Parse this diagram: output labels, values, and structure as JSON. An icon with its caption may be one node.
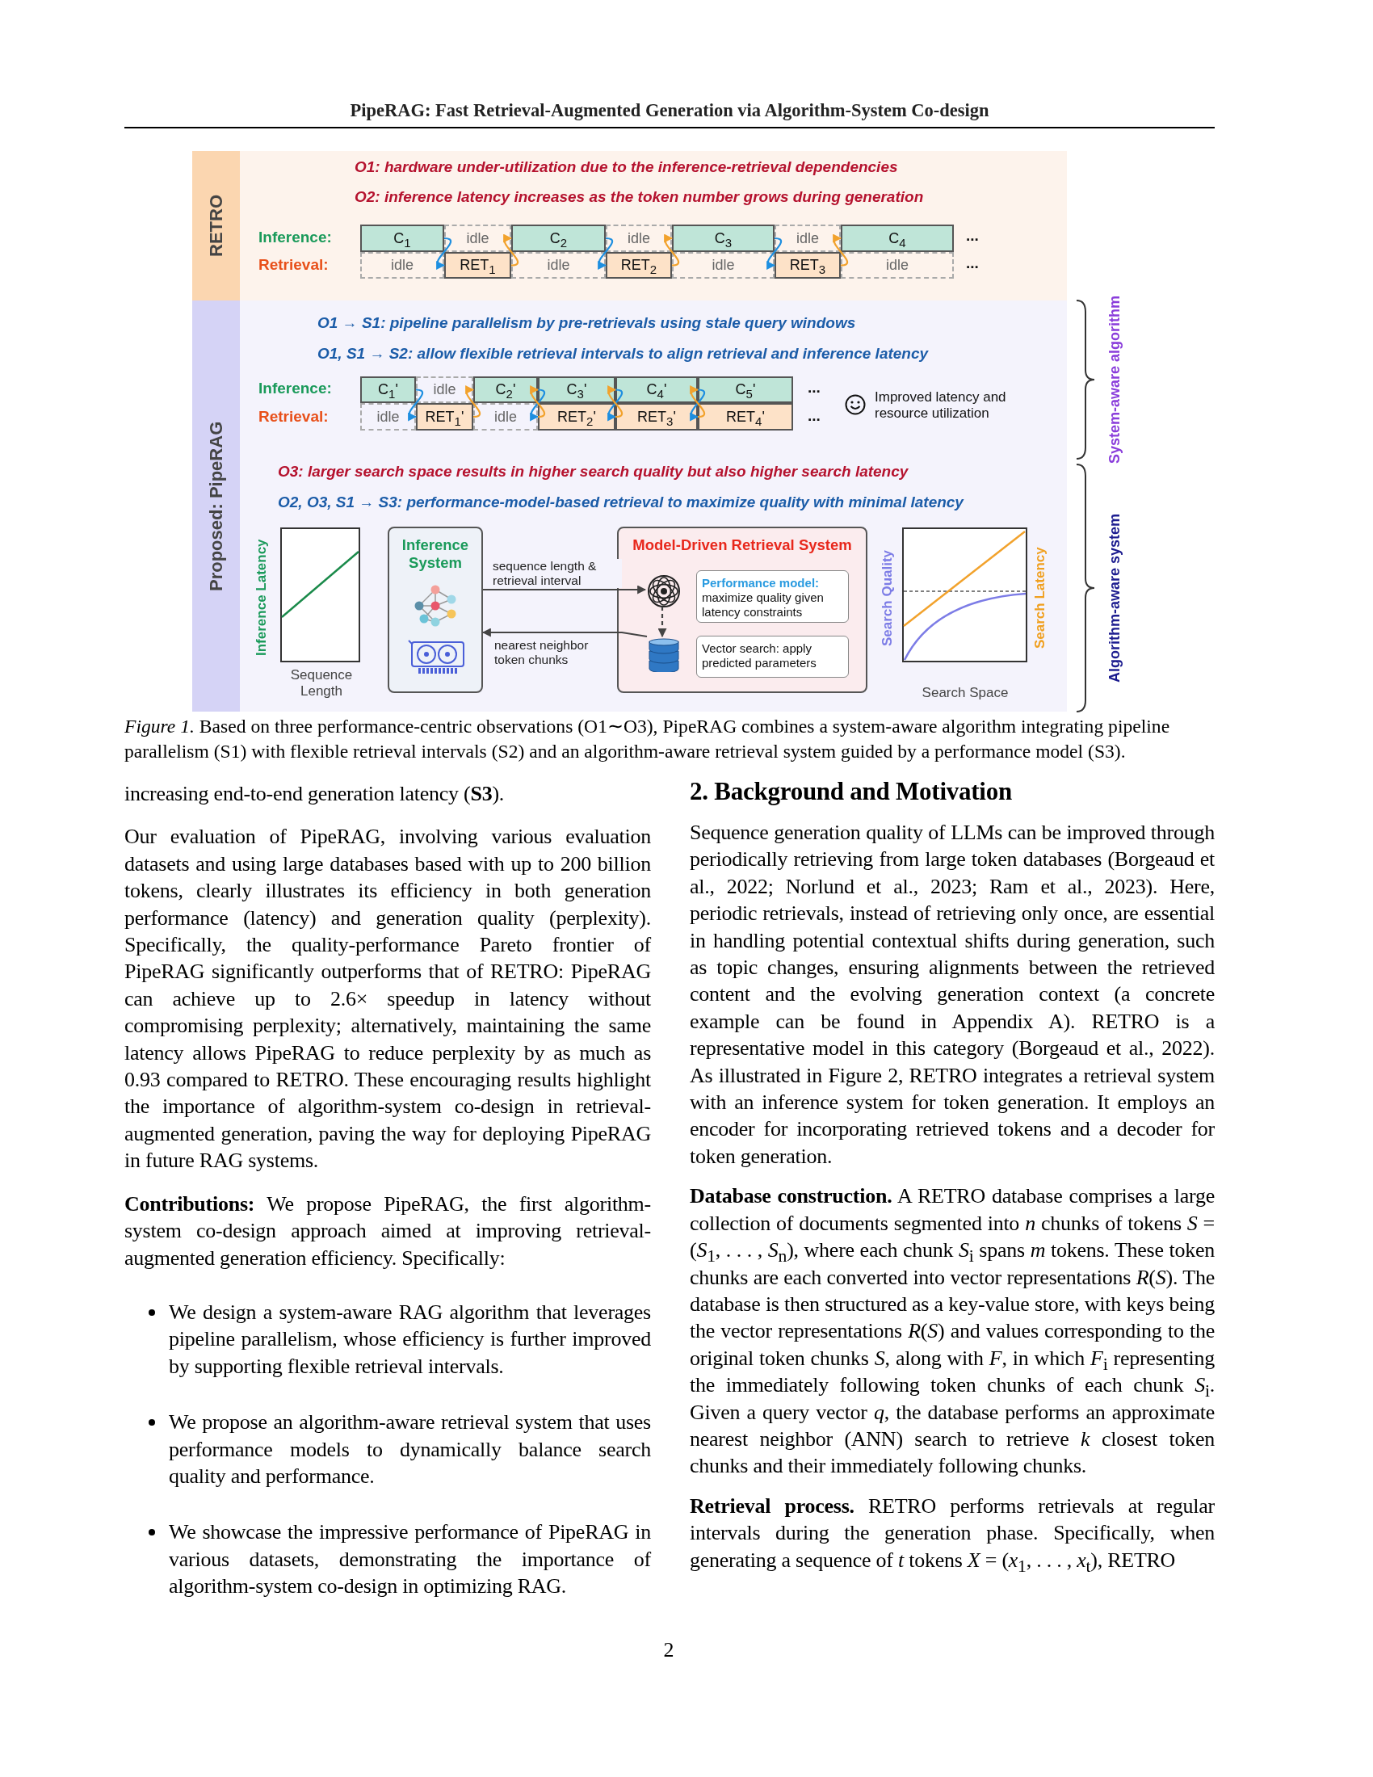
{
  "diagram": {
    "title": "PipeRAG: Fast Retrieval-Augmented Generation via Algorithm-System Co-design",
    "caption": "*Figure 1.* Based on three performance-centric observations (O1∼O3), PipeRAG combines a system-aware algorithm integrating pipeline parallelism (S1) with flexible retrieval intervals (S2) and an algorithm-aware retrieval system guided by a performance model (S3).",
    "nodes": [
      {
        "text": [
          "RETRO"
        ]
      },
      {
        "text": [
          "C$_{1}$"
        ],
        "in": 0
      },
      {
        "text": [
          "idle"
        ],
        "in": 0
      },
      {
        "text": [
          "C$_{2}$"
        ],
        "in": 0
      },
      {
        "text": [
          "idle"
        ],
        "in": 0
      },
      {
        "text": [
          "C$_{3}$"
        ],
        "in": 0
      },
      {
        "text": [
          "idle"
        ],
        "in": 0
      },
      {
        "text": [
          "C$_{4}$"
        ],
        "in": 0
      },
      {
        "text": [
          "idle"
        ],
        "in": 0
      },
      {
        "text": [
          "RET$_{1}$"
        ],
        "in": 0
      },
      {
        "text": [
          "idle"
        ],
        "in": 0
      },
      {
        "text": [
          "RET$_{2}$"
        ],
        "in": 0
      },
      {
        "text": [
          "idle"
        ],
        "in": 0
      },
      {
        "text": [
          "RET$_{3}$"
        ],
        "in": 0
      },
      {
        "text": [
          "idle"
        ],
        "in": 0
      },
      {
        "text": [
          "Proposed: PipeRAG"
        ]
      },
      {
        "text": [
          "C$_{1}$'"
        ],
        "in": 15
      },
      {
        "text": [
          "idle"
        ],
        "in": 15
      },
      {
        "text": [
          "C$_{2}$'"
        ],
        "in": 15
      },
      {
        "text": [
          "C$_{3}$'"
        ],
        "in": 15
      },
      {
        "text": [
          "C$_{4}$'"
        ],
        "in": 15
      },
      {
        "text": [
          "C$_{5}$'"
        ],
        "in": 15
      },
      {
        "text": [
          "idle"
        ],
        "in": 15
      },
      {
        "text": [
          "RET$_{1}$'"
        ],
        "in": 15
      },
      {
        "text": [
          "idle"
        ],
        "in": 15
      },
      {
        "text": [
          "RET$_{2}$'"
        ],
        "in": 15
      },
      {
        "text": [
          "RET$_{3}$'"
        ],
        "in": 15
      },
      {
        "text": [
          "RET$_{4}$'"
        ],
        "in": 15
      },
      {
        "text": [
          "Inference System"
        ],
        "in": 15
      },
      {
        "text": [
          "Model-Driven Retrieval System"
        ],
        "in": 15
      },
      {
        "text": [],
        "shape": "picture",
        "in": 29
      },
      {
        "text": [],
        "shape": "cylinder",
        "in": 29
      },
      {
        "text": [
          "Performance model:",
          "maximize quality given latency constraints"
        ],
        "in": 29
      },
      {
        "text": [
          "Vector search: apply predicted parameters"
        ],
        "in": 29
      }
    ],
    "edges": [
      {
        "from": 1,
        "to": 9,
        "arrow": "to",
        "color": "#1e8fe0"
      },
      {
        "from": 9,
        "to": 3,
        "arrow": "to",
        "color": "#f2a22c"
      },
      {
        "from": 3,
        "to": 11,
        "arrow": "to",
        "color": "#1e8fe0"
      },
      {
        "from": 11,
        "to": 5,
        "arrow": "to",
        "color": "#f2a22c"
      },
      {
        "from": 5,
        "to": 13,
        "arrow": "to",
        "color": "#1e8fe0"
      },
      {
        "from": 13,
        "to": 7,
        "arrow": "to",
        "color": "#f2a22c"
      },
      {
        "from": 16,
        "to": 23,
        "arrow": "to",
        "color": "#1e8fe0"
      },
      {
        "from": 23,
        "to": 18,
        "arrow": "to",
        "color": "#f2a22c"
      },
      {
        "from": 18,
        "to": 25,
        "arrow": "to",
        "color": "#1e8fe0"
      },
      {
        "from": 24,
        "to": 19,
        "arrow": "to",
        "color": "#f2a22c"
      },
      {
        "from": 19,
        "to": 26,
        "arrow": "to",
        "color": "#1e8fe0"
      },
      {
        "from": 25,
        "to": 20,
        "arrow": "to",
        "color": "#f2a22c"
      },
      {
        "from": 20,
        "to": 27,
        "arrow": "to",
        "color": "#1e8fe0"
      },
      {
        "from": 26,
        "to": 21,
        "arrow": "to",
        "color": "#f2a22c"
      },
      {
        "from": 28,
        "to": 30,
        "arrow": "to",
        "label": "sequence length & retrieval interval",
        "color": "#444444"
      },
      {
        "from": 30,
        "to": 31,
        "arrow": "to",
        "style": "dashed",
        "color": "#444444"
      },
      {
        "from": 31,
        "to": 28,
        "arrow": "to",
        "label": "nearest neighbor token chunks",
        "color": "#444444"
      }
    ],
    "labels": [
      "O1: hardware under-utilization due to the inference-retrieval dependencies",
      "O2: inference latency increases as the token number grows during generation",
      "Inference:",
      "Retrieval:",
      "...",
      "...",
      "O1 → S1: pipeline parallelism by pre-retrievals using stale query windows",
      "O1, S1 → S2: allow flexible retrieval intervals to align retrieval and inference latency",
      "Inference:",
      "Retrieval:",
      "...",
      "...",
      "Improved latency and resource utilization",
      "O3: larger search space results in higher search quality but also higher search latency",
      "O2, O3, S1 → S3: performance-model-based retrieval to maximize quality with minimal latency",
      "Inference Latency",
      "Sequence Length",
      "Search Quality",
      "Search Latency",
      "Search Space",
      "System-aware algorithm",
      "Algorithm-aware system",
      "increasing end-to-end generation latency (**S3**).",
      "Our evaluation of PipeRAG, involving various evaluation datasets and using large databases based with up to 200 billion tokens, clearly illustrates its efficiency in both generation performance (latency) and generation quality (perplexity). Specifically, the quality-performance Pareto frontier of PipeRAG significantly outperforms that of RETRO: PipeRAG can achieve up to 2.6× speedup in latency without compromising perplexity; alternatively, maintaining the same latency allows PipeRAG to reduce perplexity by as much as 0.93 compared to RETRO. These encouraging results highlight the importance of algorithm-system co-design in retrieval-augmented generation, paving the way for deploying PipeRAG in future RAG systems.",
      "**Contributions:** We propose PipeRAG, the first algorithm-system co-design approach aimed at improving retrieval-augmented generation efficiency. Specifically:",
      "We design a system-aware RAG algorithm that leverages pipeline parallelism, whose efficiency is further improved by supporting flexible retrieval intervals.",
      "We propose an algorithm-aware retrieval system that uses performance models to dynamically balance search quality and performance.",
      "We showcase the impressive performance of PipeRAG in various datasets, demonstrating the importance of algorithm-system co-design in optimizing RAG.",
      "2. Background and Motivation",
      "Sequence generation quality of LLMs can be improved through periodically retrieving from large token databases (Borgeaud et al., 2022; Norlund et al., 2023; Ram et al., 2023). Here, periodic retrievals, instead of retrieving only once, are essential in handling potential contextual shifts during generation, such as topic changes, ensuring alignments between the retrieved content and the evolving generation context (a concrete example can be found in Appendix A). RETRO is a representative model in this category (Borgeaud et al., 2022). As illustrated in Figure 2, RETRO integrates a retrieval system with an inference system for token generation. It employs an encoder for incorporating retrieved tokens and a decoder for token generation.",
      "**Database construction.** A RETRO database comprises a large collection of documents segmented into *n* chunks of tokens *S* = (*S*$_{1}$, . . . , *S*$_{n}$), where each chunk *S*$_{i}$ spans *m* tokens. These token chunks are each converted into vector representations *R*(*S*). The database is then structured as a key-value store, with keys being the vector representations *R*(*S*) and values corresponding to the original token chunks *S*, along with *F*, in which *F*$_{i}$ representing the immediately following token chunks of each chunk *S*$_{i}$. Given a query vector *q*, the database performs an approximate nearest neighbor (ANN) search to retrieve *k* closest token chunks and their immediately following chunks.",
      "**Retrieval process.** RETRO performs retrievals at regular intervals during the generation phase. Specifically, when generating a sequence of *t* tokens *X* = (*x*$_{1}$, . . . , *x*$_{t}$), RETRO",
      "2"
    ]
  }
}
